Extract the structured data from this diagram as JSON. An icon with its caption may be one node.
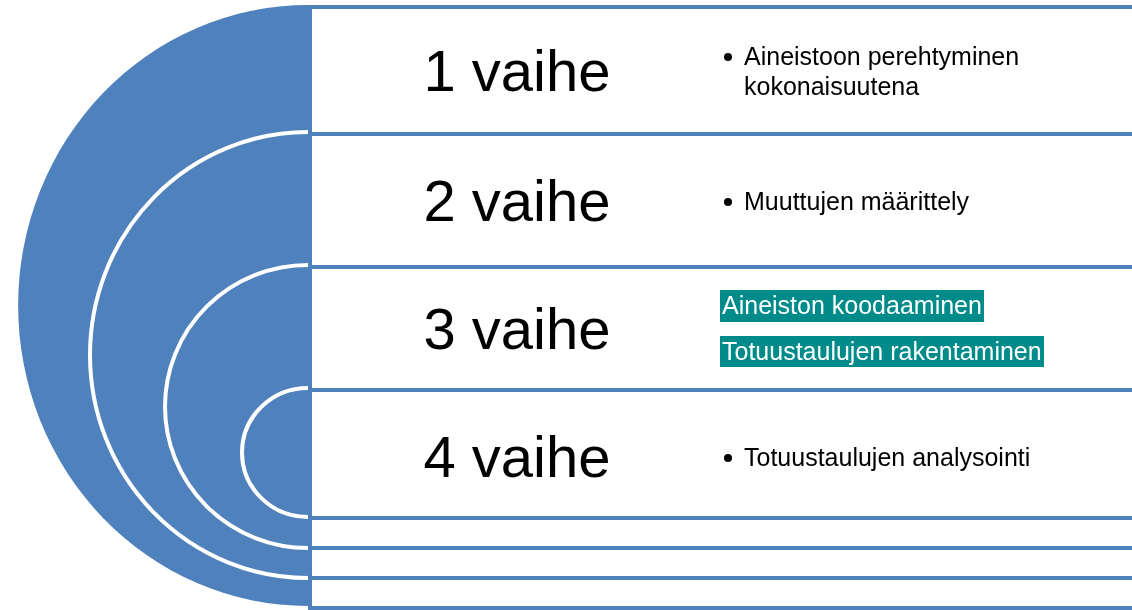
{
  "diagram": {
    "nodes": [
      {
        "text": [
          "1 vaihe",
          "Aineistoon perehtyminen kokonaisuutena"
        ]
      },
      {
        "text": [
          "2 vaihe",
          "Muuttujen määrittely"
        ],
        "in": 0
      },
      {
        "text": [
          "3 vaihe",
          "Aineiston koodaaminen",
          "Totuustaulujen rakentaminen"
        ],
        "in": 1
      },
      {
        "text": [
          "4 vaihe",
          "Totuustaulujen analysointi"
        ],
        "in": 2
      }
    ]
  }
}
